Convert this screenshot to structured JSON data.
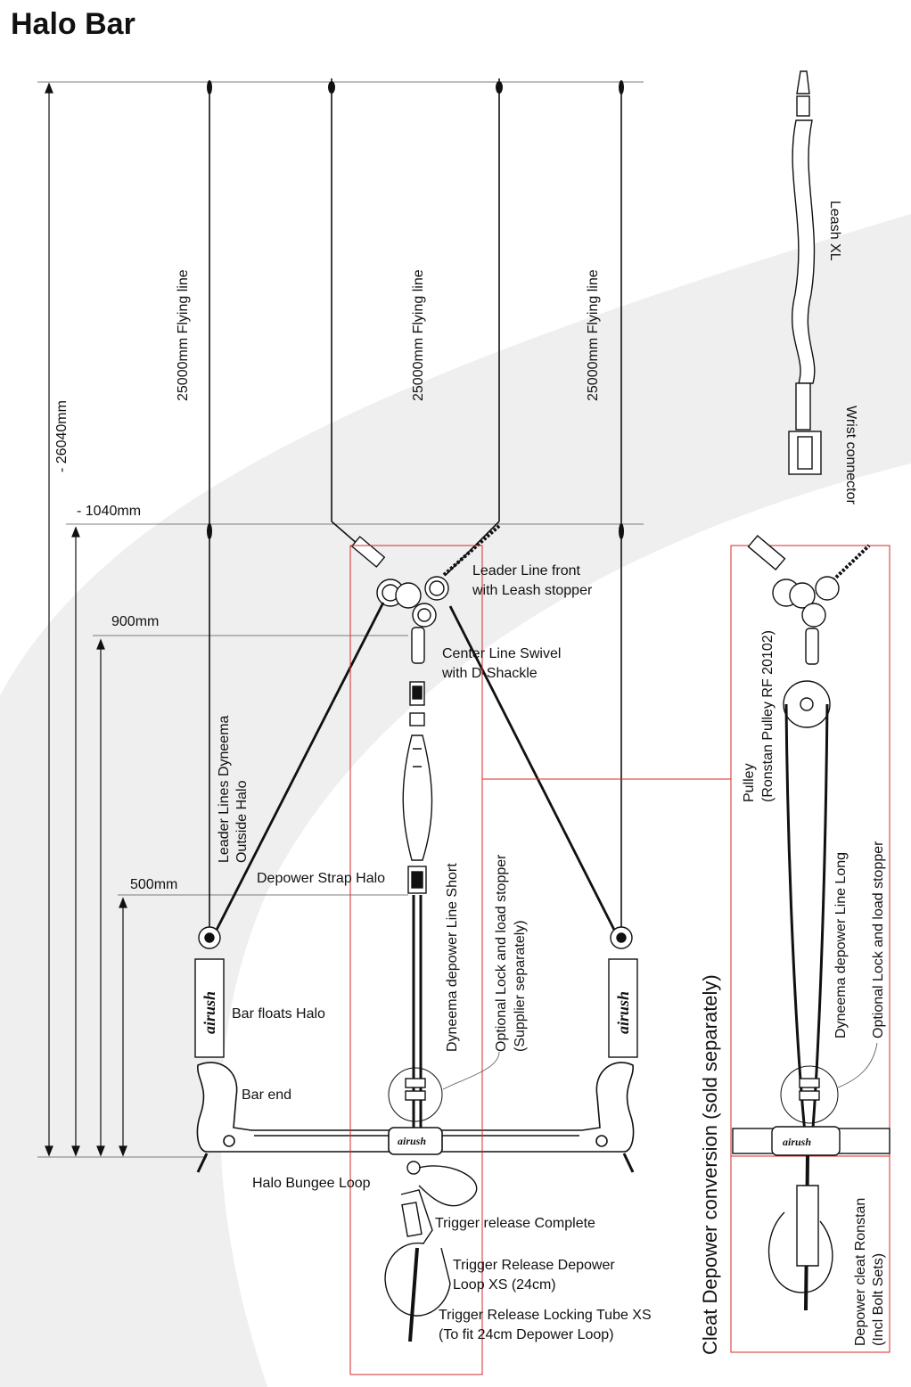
{
  "title": "Halo Bar",
  "dimensions": {
    "total": "- 26040mm",
    "d1040": "- 1040mm",
    "d900": "900mm",
    "d500": "500mm"
  },
  "flying_lines": {
    "left": "25000mm Flying line",
    "center": "25000mm Flying line",
    "right": "25000mm Flying line"
  },
  "labels": {
    "leader_front_1": "Leader Line front",
    "leader_front_2": "with Leash stopper",
    "swivel_1": "Center Line Swivel",
    "swivel_2": "with D-Shackle",
    "leader_lines_1": "Leader Lines Dyneema",
    "leader_lines_2": "Outside Halo",
    "depower_strap": "Depower Strap Halo",
    "dyneema_short": "Dyneema depower Line Short",
    "optional_lock_1": "Optional Lock and load stopper",
    "optional_lock_2": "(Supplier separately)",
    "bar_floats": "Bar floats Halo",
    "bar_end": "Bar end",
    "bungee": "Halo Bungee Loop",
    "trigger_complete": "Trigger release Complete",
    "trigger_depower_1": "Trigger Release Depower",
    "trigger_depower_2": "Loop XS (24cm)",
    "locking_tube_1": "Trigger Release Locking Tube XS",
    "locking_tube_2": "(To fit 24cm Depower Loop)",
    "leash_xl": "Leash XL",
    "wrist_connector": "Wrist connector",
    "pulley_1": "Pulley",
    "pulley_2": "(Ronstan Pulley RF 20102)",
    "dyneema_long": "Dyneema depower Line Long",
    "optional_lock_right": "Optional Lock and load stopper",
    "cleat_conversion": "Cleat Depower conversion (sold separately)",
    "cleat_ronstan_1": "Depower cleat Ronstan",
    "cleat_ronstan_2": "(Incl Bolt Sets)"
  },
  "brand_mark": "airush",
  "colors": {
    "outline": "#111111",
    "highlight_box": "#d42a2a",
    "watermark": "#ececec"
  }
}
